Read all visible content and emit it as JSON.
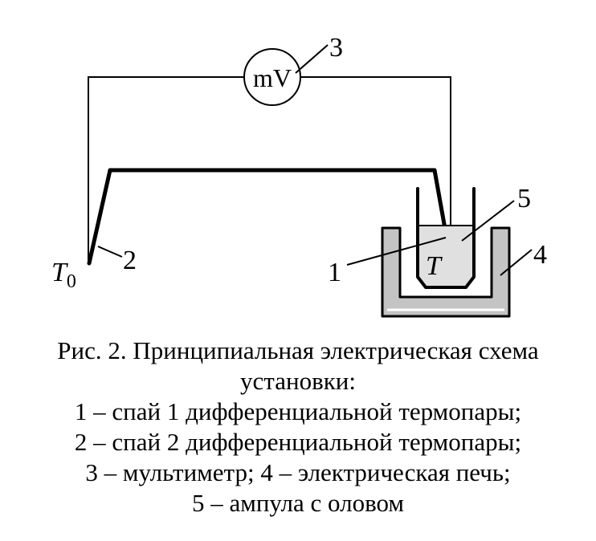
{
  "diagram": {
    "meter_label": "mV",
    "temp_cold": "T",
    "temp_cold_sub": "0",
    "temp_hot": "T",
    "callouts": [
      "1",
      "2",
      "3",
      "4",
      "5"
    ],
    "colors": {
      "line": "#000000",
      "furnace": "#c4c4c4",
      "ampule": "#e0e0e0"
    }
  },
  "caption": {
    "line1": "Рис. 2. Принципиальная электрическая схема",
    "line2": "установки:",
    "line3": "1 – спай 1 дифференциальной термопары;",
    "line4": "2 – спай 2 дифференциальной термопары;",
    "line5": "3 – мультиметр; 4 – электрическая печь;",
    "line6": "5 – ампула с оловом"
  }
}
